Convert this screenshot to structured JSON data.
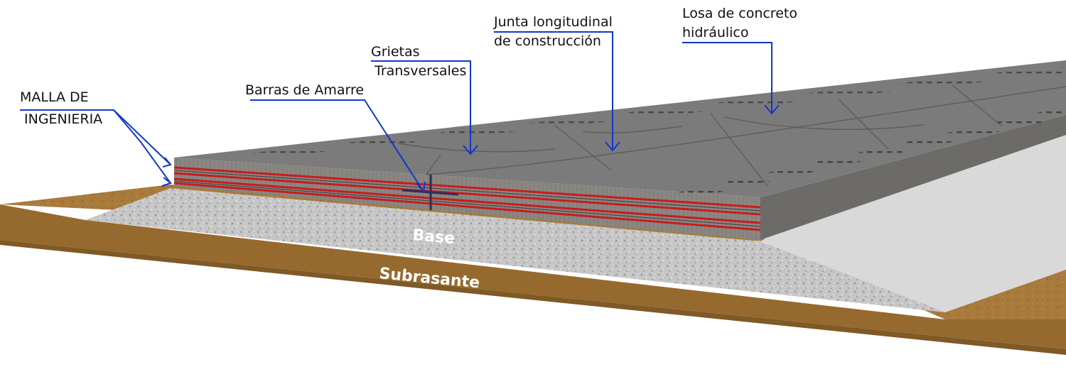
{
  "colors": {
    "leader": "#1238c8",
    "slab_top": "#7b7b7b",
    "slab_side": "#8a8783",
    "rebar": "#c81c1c",
    "base": "#c4c4c4",
    "subgrade": "#a87a3c"
  },
  "labels": {
    "malla": [
      "MALLA DE",
      "INGENIERIA"
    ],
    "barras": "Barras de Amarre",
    "grietas": [
      "Grietas",
      "Transversales"
    ],
    "junta": [
      "Junta longitudinal",
      "de construcción"
    ],
    "losa": [
      "Losa de concreto",
      "hidráulico"
    ],
    "base": "Base",
    "subrasante": "Subrasante"
  }
}
